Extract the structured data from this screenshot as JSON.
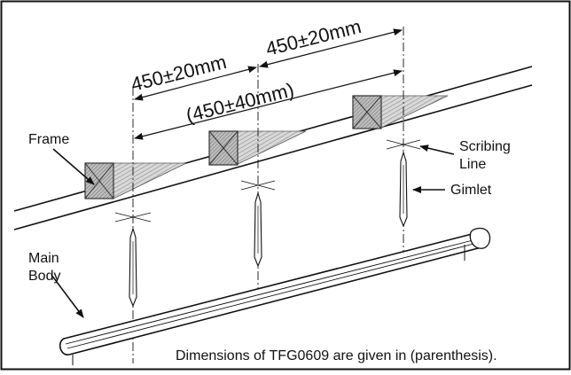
{
  "labels": {
    "frame": "Frame",
    "main_body": [
      "Main",
      "Body"
    ],
    "scribing_line": [
      "Scribing",
      "Line"
    ],
    "gimlet": "Gimlet"
  },
  "dimensions": {
    "spacing_1": "450±20mm",
    "spacing_2": "450±20mm",
    "spacing_alt": "(450±40mm)"
  },
  "note": "Dimensions of TFG0609 are given in (parenthesis)."
}
